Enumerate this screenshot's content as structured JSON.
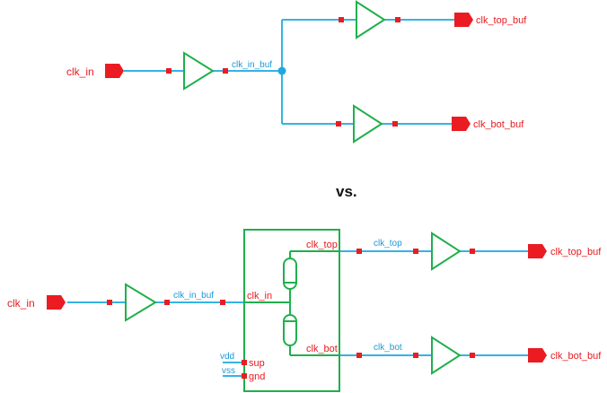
{
  "separator": "vs.",
  "colors": {
    "wire": "#35b3e3",
    "component": "#1fb04c",
    "pin": "#ea1c22",
    "net_label": "#1a9ad6",
    "port_label": "#e8191e"
  },
  "top": {
    "input_port": "clk_in",
    "net_buf": "clk_in_buf",
    "output_top": "clk_top_buf",
    "output_bot": "clk_bot_buf"
  },
  "bottom": {
    "input_port": "clk_in",
    "net_buf": "clk_in_buf",
    "block_pin_in": "clk_in",
    "block_pin_top": "clk_top",
    "block_pin_bot": "clk_bot",
    "block_pin_sup": "sup",
    "block_pin_gnd": "gnd",
    "net_vdd": "vdd",
    "net_vss": "vss",
    "net_top": "clk_top",
    "net_bot": "clk_bot",
    "output_top": "clk_top_buf",
    "output_bot": "clk_bot_buf"
  }
}
